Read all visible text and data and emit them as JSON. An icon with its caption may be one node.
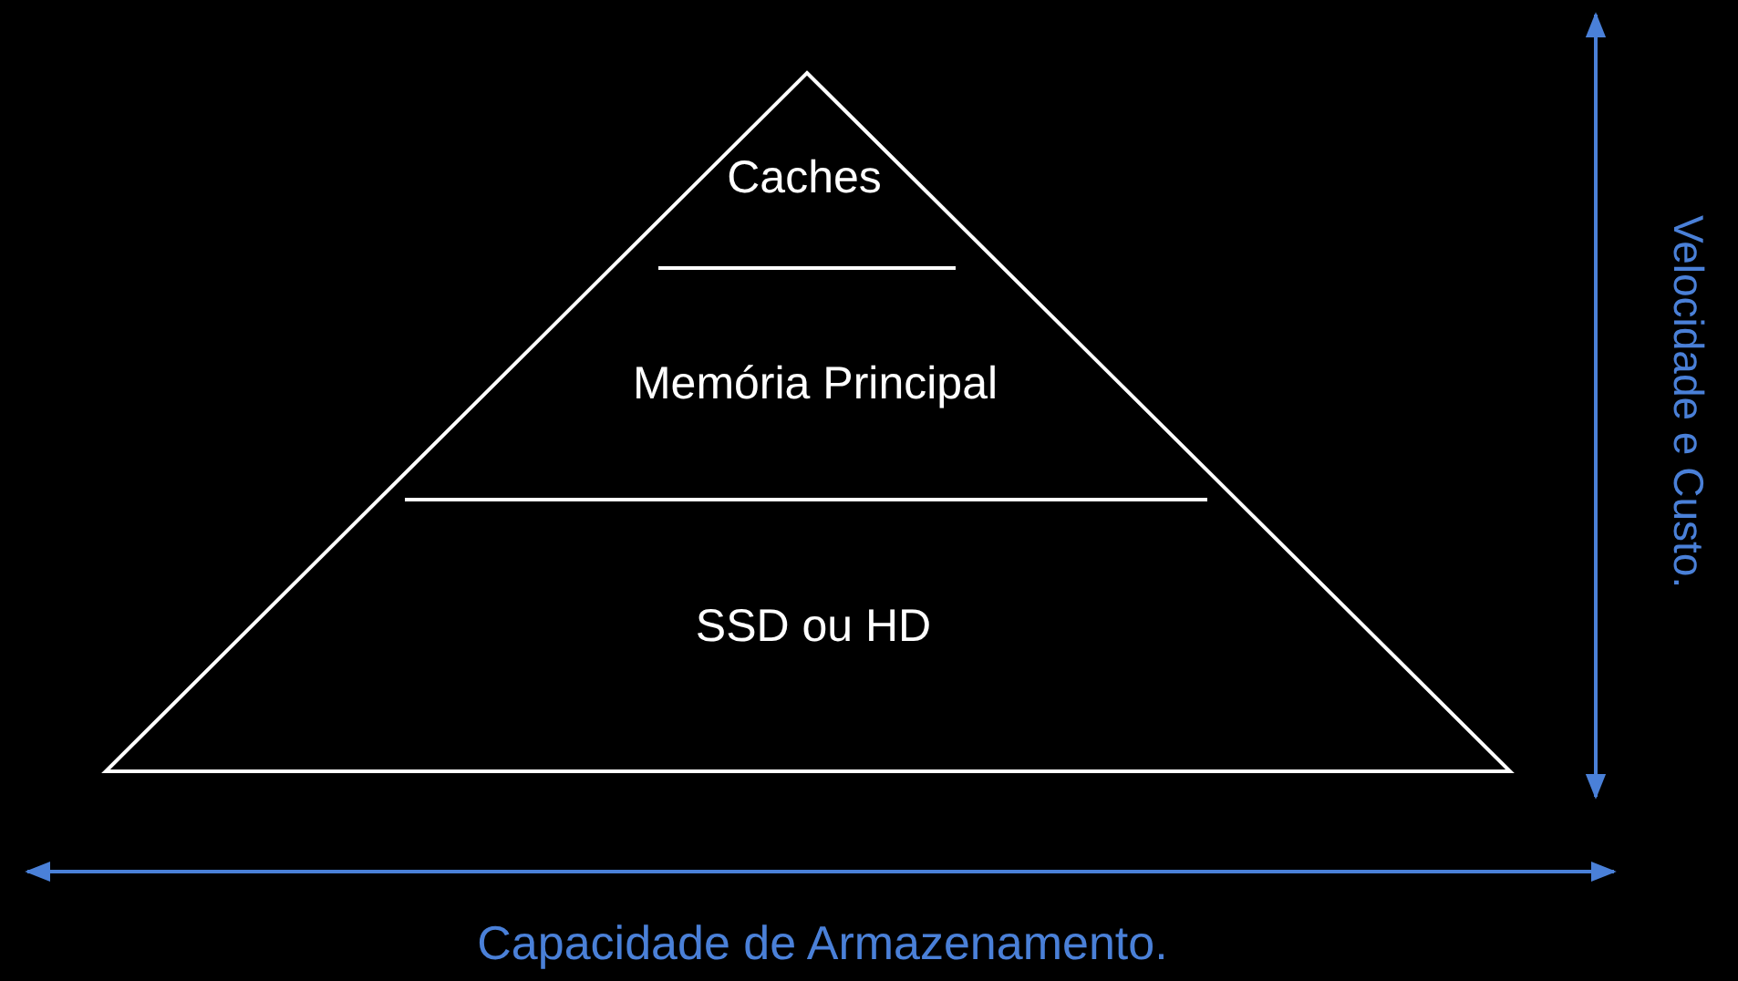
{
  "diagram": {
    "nodes": [
      {
        "text": [],
        "shape": "triangle"
      },
      {
        "text": [
          "Caches"
        ],
        "in": 0
      },
      {
        "text": [
          "Memória Principal"
        ],
        "in": 0
      },
      {
        "text": [
          "SSD ou HD"
        ],
        "in": 0
      }
    ],
    "labels": [
      "Velocidade e Custo.",
      "Capacidade de Armazenamento."
    ]
  }
}
